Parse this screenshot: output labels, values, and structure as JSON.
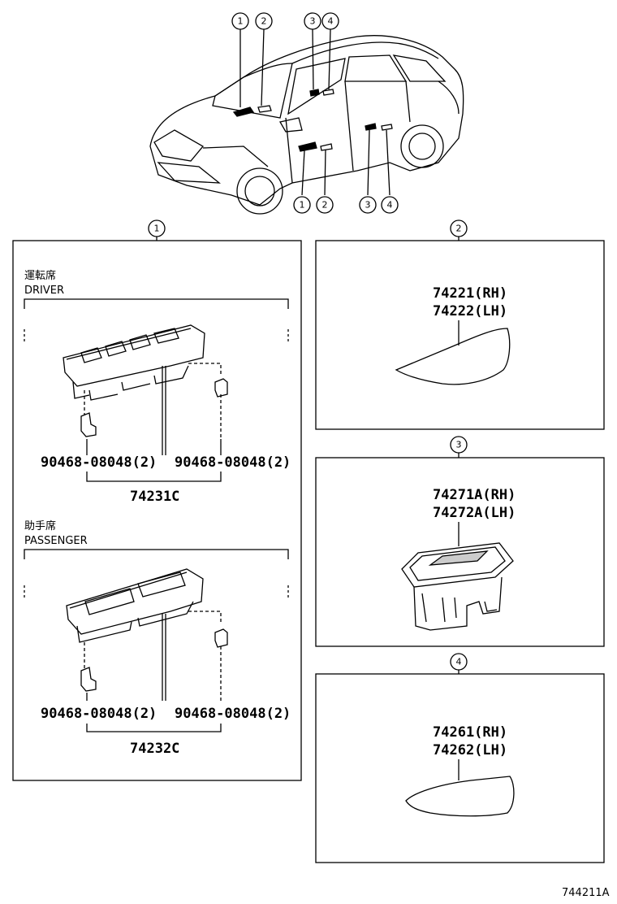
{
  "callouts": [
    "1",
    "2",
    "3",
    "4"
  ],
  "panel1": {
    "driver_label_jp": "運転席",
    "driver_label_en": "DRIVER",
    "passenger_label_jp": "助手席",
    "passenger_label_en": "PASSENGER",
    "driver_clip_left": "90468-08048(2)",
    "driver_clip_right": "90468-08048(2)",
    "driver_switch": "74231C",
    "passenger_clip_left": "90468-08048(2)",
    "passenger_clip_right": "90468-08048(2)",
    "passenger_switch": "74232C"
  },
  "panel2": {
    "part_rh": "74221(RH)",
    "part_lh": "74222(LH)"
  },
  "panel3": {
    "part_rh": "74271A(RH)",
    "part_lh": "74272A(LH)"
  },
  "panel4": {
    "part_rh": "74261(RH)",
    "part_lh": "74262(LH)"
  },
  "figure_ref": "744211A"
}
